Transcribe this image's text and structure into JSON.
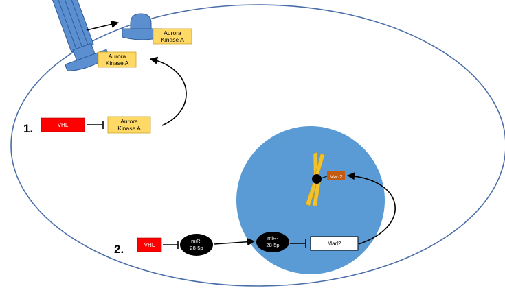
{
  "step1": {
    "number": "1.",
    "vhl": "VHL",
    "target_line1": "Aurora",
    "target_line2": "Kinase A"
  },
  "cilium": {
    "aurora_bound_line1": "Aurora",
    "aurora_bound_line2": "Kinase A",
    "aurora_free_line1": "Aurora",
    "aurora_free_line2": "Kinase A"
  },
  "step2": {
    "number": "2.",
    "vhl": "VHL",
    "mirna_cyto_line1": "miR-",
    "mirna_cyto_line2": "28-5p",
    "mirna_nuc_line1": "miR-",
    "mirna_nuc_line2": "28-5p",
    "mad2": "Mad2",
    "mad2_kinetochore": "Mad2"
  },
  "colors": {
    "cell_membrane": "#4a6ea8",
    "nucleus": "#5b9bd5",
    "cilium": "#5b8fcf",
    "cilium_edge": "#2e5c9a",
    "aurora_box": "#ffd966",
    "vhl_box": "#ff0000",
    "mirna": "#000000",
    "chromosome": "#f2c12e",
    "mad2_tag": "#c55a11"
  }
}
